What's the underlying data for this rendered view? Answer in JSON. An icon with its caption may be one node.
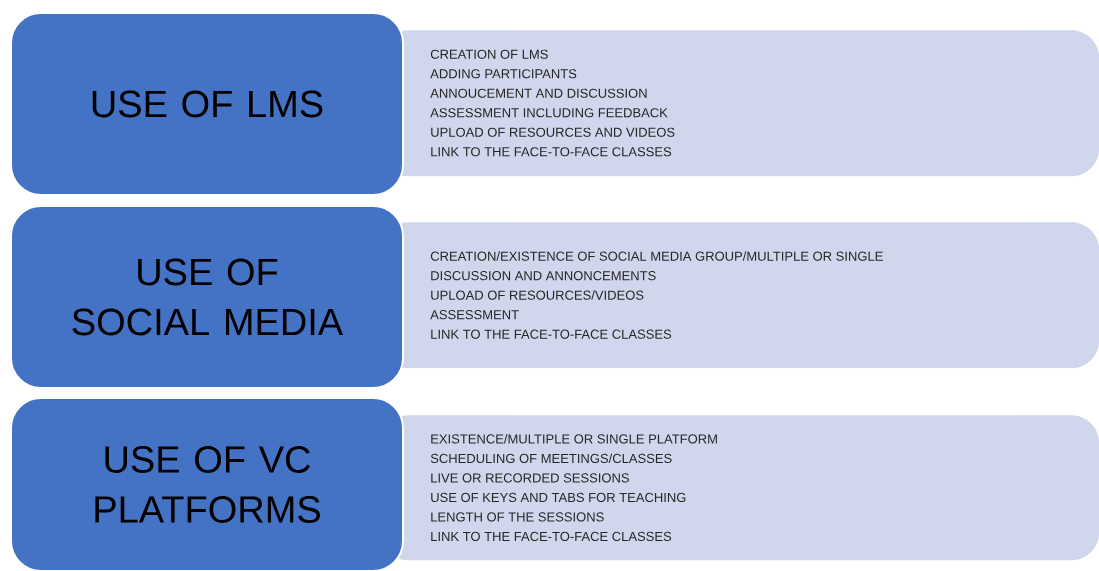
{
  "diagram": {
    "nodes": [
      {
        "text": [
          "USE OF LMS"
        ]
      },
      {
        "text": [
          "CREATION OF LMS",
          "ADDING PARTICIPANTS",
          "ANNOUCEMENT AND DISCUSSION",
          "ASSESSMENT INCLUDING FEEDBACK",
          "UPLOAD OF RESOURCES AND VIDEOS",
          "LINK TO THE FACE-TO-FACE CLASSES"
        ]
      },
      {
        "text": [
          "USE OF SOCIAL MEDIA"
        ]
      },
      {
        "text": [
          "CREATION/EXISTENCE OF SOCIAL MEDIA GROUP/MULTIPLE OR SINGLE",
          "DISCUSSION AND ANNONCEMENTS",
          "UPLOAD OF RESOURCES/VIDEOS",
          "ASSESSMENT",
          "LINK TO THE FACE-TO-FACE CLASSES"
        ]
      },
      {
        "text": [
          "USE OF VC PLATFORMS"
        ]
      },
      {
        "text": [
          "EXISTENCE/MULTIPLE OR SINGLE PLATFORM",
          "SCHEDULING OF MEETINGS/CLASSES",
          "LIVE OR RECORDED SESSIONS",
          "USE OF KEYS AND TABS FOR TEACHING",
          "LENGTH OF THE SESSIONS",
          "LINK TO THE FACE-TO-FACE CLASSES"
        ]
      }
    ]
  }
}
